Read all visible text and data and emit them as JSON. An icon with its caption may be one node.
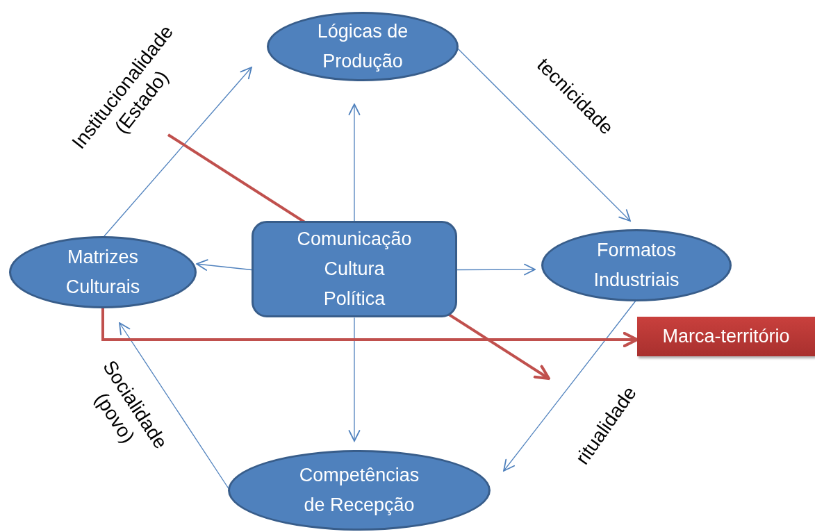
{
  "diagram": {
    "nodes": [
      {
        "text": [
          "Lógicas de Produção"
        ]
      },
      {
        "text": [
          "Matrizes Culturais"
        ]
      },
      {
        "text": [
          "Comunicação Cultura Política"
        ]
      },
      {
        "text": [
          "Formatos Industriais"
        ]
      },
      {
        "text": [
          "Competências de Recepção"
        ]
      },
      {
        "text": [
          "Marca-território"
        ]
      },
      {
        "text": [
          "Institucionalidade (Estado)"
        ]
      }
    ],
    "edges": [
      {
        "from": 1,
        "to": 0,
        "arrow": "to"
      },
      {
        "from": 0,
        "to": 3,
        "arrow": "to"
      },
      {
        "from": 3,
        "to": 4,
        "arrow": "to"
      },
      {
        "from": 4,
        "to": 1,
        "arrow": "to"
      },
      {
        "from": 2,
        "to": 0,
        "arrow": "to"
      },
      {
        "from": 2,
        "to": 1,
        "arrow": "to"
      },
      {
        "from": 2,
        "to": 3,
        "arrow": "to"
      },
      {
        "from": 2,
        "to": 4,
        "arrow": "to"
      },
      {
        "from": 1,
        "to": 5,
        "arrow": "to",
        "style": "thick",
        "color": "#c0504d"
      },
      {
        "from": 6,
        "to": null,
        "arrow": "to",
        "style": "thick",
        "color": "#c0504d"
      }
    ],
    "labels": [
      "tecnicidade",
      "Socialidade (povo)",
      "ritualidade"
    ]
  }
}
